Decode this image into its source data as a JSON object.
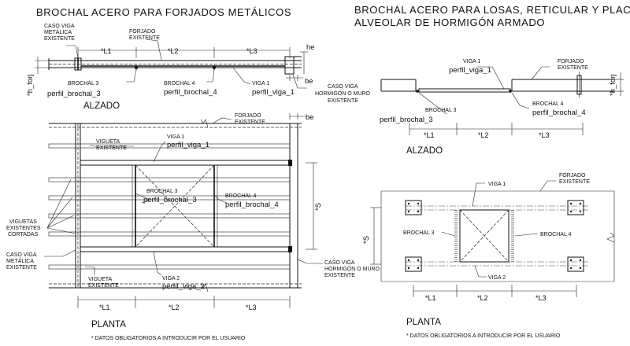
{
  "left": {
    "title": "BROCHAL ACERO PARA FORJADOS METÁLICOS",
    "elevation": {
      "label_section": "ALZADO",
      "caso_viga_metalica": [
        "CASO VIGA",
        "METÁLICA",
        "EXISTENTE"
      ],
      "forjado_existente": [
        "FORJADO",
        "EXISTENTE"
      ],
      "dim_l1": "*L1",
      "dim_l2": "*L2",
      "dim_l3": "*L3",
      "he": "he",
      "be": "be",
      "h_forj": "*h_forj",
      "brochal3": [
        "BROCHAL 3",
        "perfil_brochal_3"
      ],
      "brochal4": [
        "BROCHAL 4",
        "perfil_brochal_4"
      ],
      "viga1": [
        "VIGA 1",
        "perfil_viga_1"
      ],
      "caso_viga_hormigon": [
        "CASO VIGA",
        "HORMIGÓN O MURO",
        "EXISTENTE"
      ]
    },
    "plan": {
      "label_section": "PLANTA",
      "be": "be",
      "forjado_existente": [
        "FORJADO",
        "EXISTENTE"
      ],
      "vigueta_existente_top": [
        "VIGUETA",
        "EXISTENTE"
      ],
      "viga1": [
        "VIGA 1",
        "perfil_viga_1"
      ],
      "brochal3": [
        "BROCHAL 3",
        "perfil_brochal_3"
      ],
      "brochal4": [
        "BROCHAL 4",
        "perfil_brochal_4"
      ],
      "viguetas_cortadas": [
        "VIGUETAS",
        "EXISTENTES",
        "CORTADAS"
      ],
      "caso_viga_metalica": [
        "CASO VIGA",
        "METÁLICA",
        "EXISTENTE"
      ],
      "vigueta_existente_bottom": [
        "VIGUETA",
        "EXISTENTE"
      ],
      "viga2": [
        "VIGA 2",
        "perfil_viga_2"
      ],
      "caso_viga_hormigon": [
        "CASO VIGA",
        "HORMIGÓN O MURO",
        "EXISTENTE"
      ],
      "dim_s": "*S",
      "dim_l1": "*L1",
      "dim_l2": "*L2",
      "dim_l3": "*L3"
    },
    "note": "* DATOS OBLIGATORIOS A INTRODUCIR POR EL USUARIO"
  },
  "right": {
    "title_line1": "BROCHAL ACERO PARA LOSAS, RETICULAR Y PLACA",
    "title_line2": "ALVEOLAR DE HORMIGÓN ARMADO",
    "elevation": {
      "label_section": "ALZADO",
      "viga1": [
        "VIGA 1",
        "perfil_viga_1"
      ],
      "forjado_existente": [
        "FORJADO",
        "EXISTENTE"
      ],
      "h_forj": "*h_forj",
      "brochal3": [
        "BROCHAL 3",
        "perfil_brochal_3"
      ],
      "brochal4": [
        "BROCHAL 4",
        "perfil_brochal_4"
      ],
      "dim_l1": "*L1",
      "dim_l2": "*L2",
      "dim_l3": "*L3"
    },
    "plan": {
      "label_section": "PLANTA",
      "viga1": "VIGA 1",
      "forjado_existente": [
        "FORJADO",
        "EXISTENTE"
      ],
      "dim_s": "*S",
      "brochal3": "BROCHAL 3",
      "brochal4": "BROCHAL 4",
      "viga2": "VIGA 2",
      "dim_l1": "*L1",
      "dim_l2": "*L2",
      "dim_l3": "*L3"
    },
    "note": "* DATOS OBLIGATORIOS A INTRODUCIR POR EL USUARIO"
  }
}
